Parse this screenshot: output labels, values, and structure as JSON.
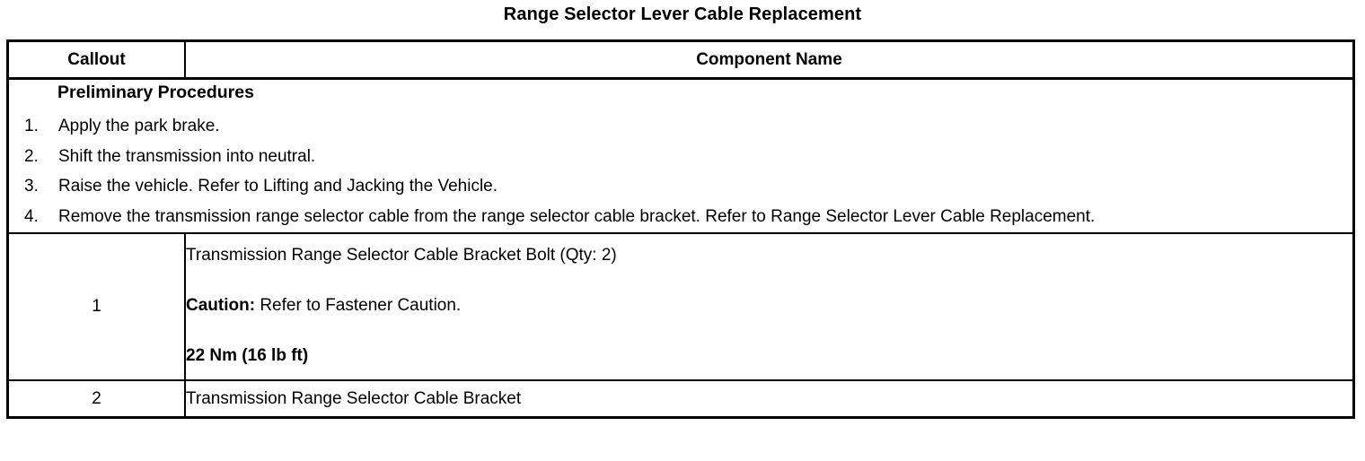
{
  "document": {
    "title": "Range Selector Lever Cable Replacement"
  },
  "table": {
    "headers": {
      "callout": "Callout",
      "component_name": "Component Name"
    },
    "preliminary": {
      "heading": "Preliminary Procedures",
      "steps": [
        "Apply the park brake.",
        "Shift the transmission into neutral.",
        "Raise the vehicle. Refer to Lifting and Jacking the Vehicle.",
        "Remove the transmission range selector cable from the range selector cable bracket. Refer to Range Selector Lever Cable Replacement."
      ]
    },
    "rows": [
      {
        "callout": "1",
        "component": "Transmission Range Selector Cable Bracket Bolt (Qty: 2)",
        "caution_label": "Caution:",
        "caution_text": " Refer to Fastener Caution.",
        "torque": "22 Nm (16 lb ft)"
      },
      {
        "callout": "2",
        "component": "Transmission Range Selector Cable Bracket"
      }
    ]
  },
  "colors": {
    "border": "#000000",
    "text": "#000000",
    "background": "#ffffff"
  }
}
